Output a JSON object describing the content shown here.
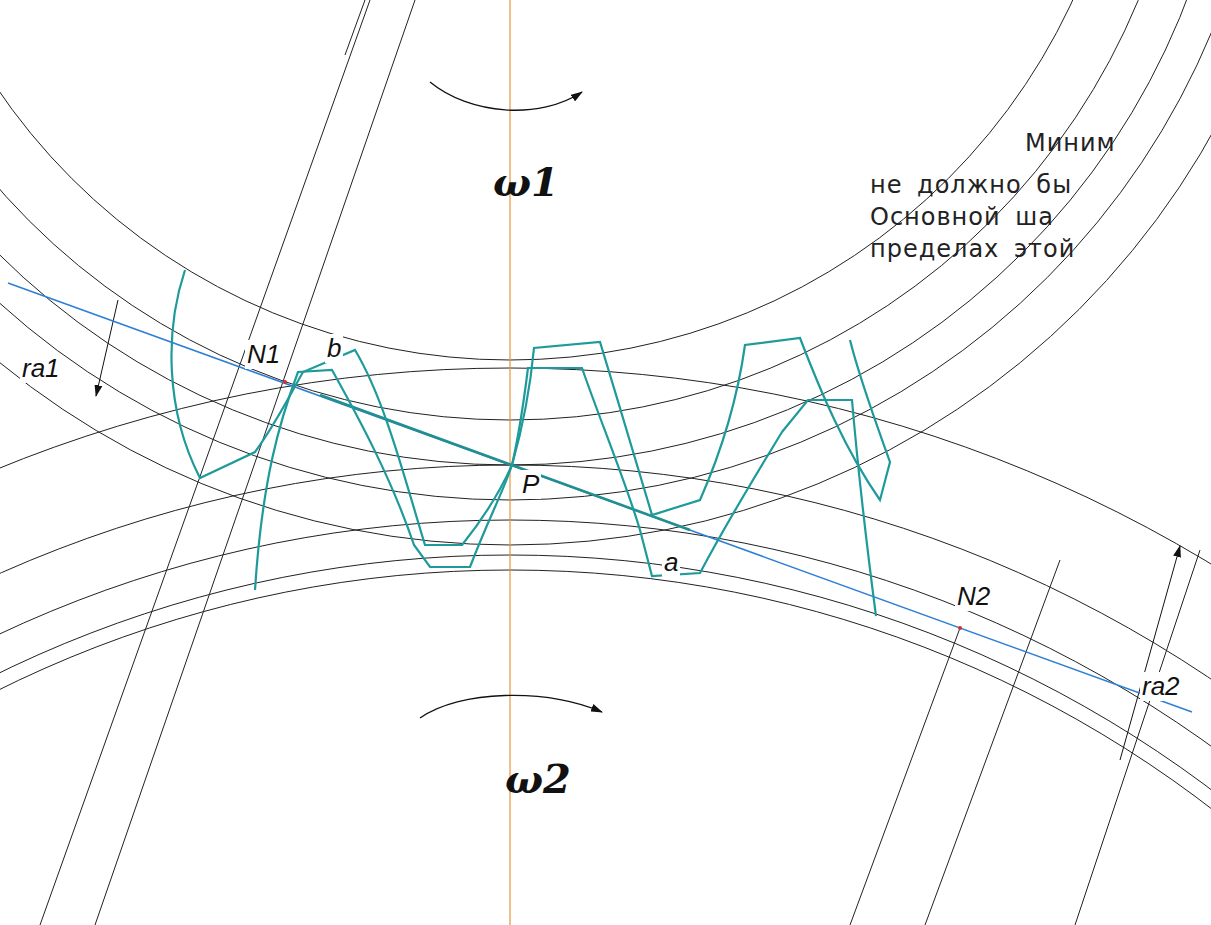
{
  "diagram": {
    "labels": [
      "ω1",
      "Миним",
      "не должно бы",
      "Основной ша",
      "пределах этой",
      "ra1",
      "N1",
      "b",
      "P",
      "a",
      "N2",
      "ω2",
      "ra2"
    ]
  }
}
